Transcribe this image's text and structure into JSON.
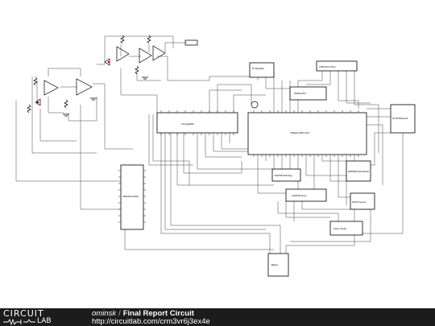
{
  "footer": {
    "logo_top": "CIRCUIT",
    "logo_bottom": "LAB",
    "author": "ominsk",
    "separator": "/",
    "title": "Final Report Circuit",
    "url": "http://circuitlab.com/crm3vr6j3ex4e"
  },
  "colors": {
    "footer_bg": "#1c1c1c",
    "wire": "#333333",
    "component": "#000000",
    "accent_red": "#cc0000"
  },
  "components": {
    "chip_top_left_label": "DS3231 RTC",
    "chip_main_left_label": "ATmega328P",
    "chip_main_right_label": "ATMEGA 2560 16AU",
    "box_top_mid_label": "5V Regulator",
    "box_top_right_label": "L298 Motor Driver",
    "box_right_edge_label": "HC-05 Bluetooth",
    "box_mid_label": "74HC595 Shift Reg",
    "box_lower_mid_label": "ULN2003 Driver",
    "box_right_upper_label": "ESP8266 WiFi Module",
    "box_right_lower_label": "DHT22 Sensor",
    "box_bottom_right_label": "Power Supply",
    "box_bottom_label": "Battery",
    "chip_left_vertical_label": "ARDUINO NANO"
  }
}
